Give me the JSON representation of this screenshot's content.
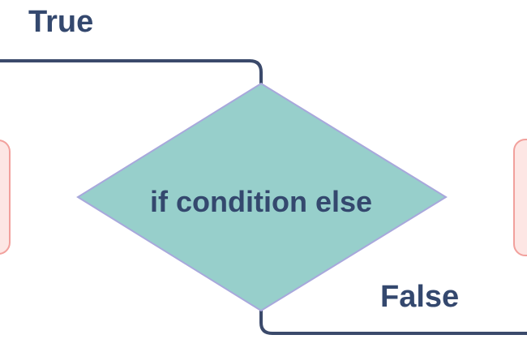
{
  "diagram": {
    "decision": {
      "label": "if condition else"
    },
    "branches": [
      {
        "label": "True"
      },
      {
        "label": "False"
      }
    ]
  },
  "colors": {
    "decision_fill": "#97cfcb",
    "decision_stroke": "#a8a8dc",
    "connector": "#3b4a6b",
    "text": "#34486e",
    "box_fill": "#fde6e4",
    "box_stroke": "#f2a09c"
  }
}
